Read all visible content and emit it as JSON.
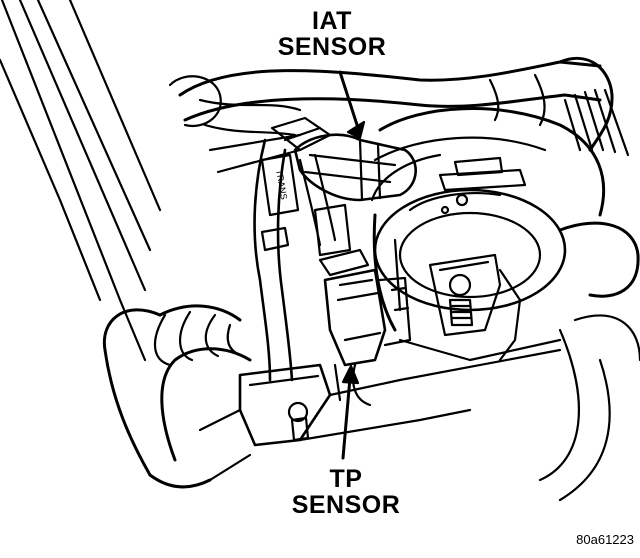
{
  "labels": {
    "iat": {
      "line1": "IAT",
      "line2": "SENSOR"
    },
    "tp": {
      "line1": "TP",
      "line2": "SENSOR"
    }
  },
  "figure_id": "80a61223",
  "tag_text": "TRANS",
  "colors": {
    "ink": "#000000",
    "paper": "#ffffff"
  }
}
